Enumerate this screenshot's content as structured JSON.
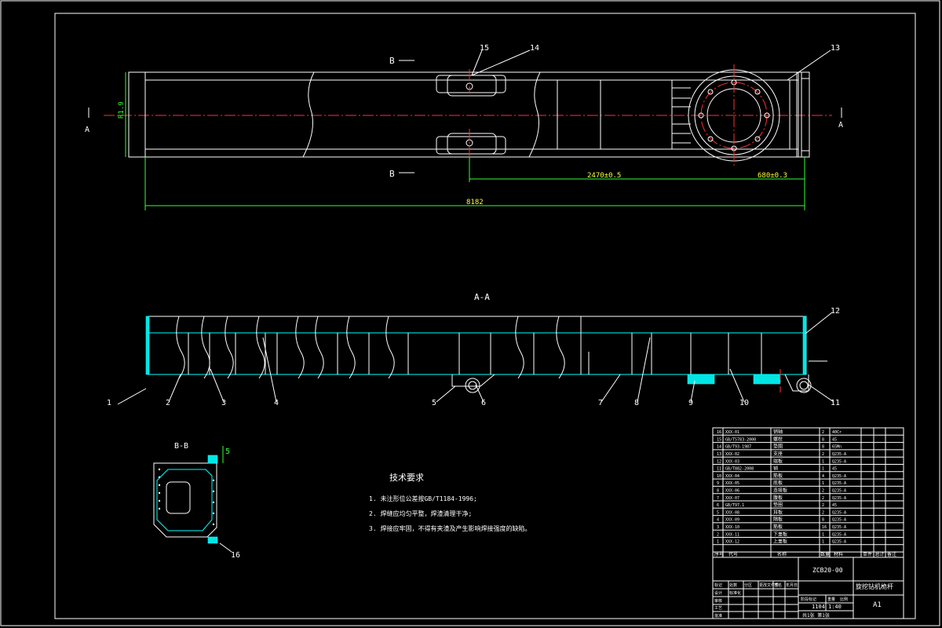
{
  "drawing": {
    "top_view": {
      "section_mark_left": "A",
      "section_mark_right": "A",
      "section_mark_b_top": "B",
      "section_mark_b_bottom": "B",
      "dim_height": "R1.9",
      "dim_overall": "8182",
      "dim_mid": "2470±0.5",
      "dim_right": "680±0.3",
      "balloons": [
        "15",
        "14",
        "13"
      ]
    },
    "section_view": {
      "title": "A-A",
      "balloons": [
        "1",
        "2",
        "3",
        "4",
        "5",
        "6",
        "7",
        "8",
        "9",
        "10",
        "11",
        "12"
      ]
    },
    "bb_view": {
      "title": "B-B",
      "balloon_top": "5",
      "balloon_bottom": "16"
    },
    "tech_req": {
      "title": "技术要求",
      "lines": [
        "1. 未注形位公差按GB/T1184-1996;",
        "2. 焊缝应均匀平整，焊渣清理干净;",
        "3. 焊接应牢固，不得有夹渣及产生影响焊接强度的缺陷。"
      ]
    },
    "parts_list": {
      "rows": [
        {
          "no": "16",
          "code": "XXX-01",
          "name": "销轴",
          "qty": "2",
          "mat": "40Cr"
        },
        {
          "no": "15",
          "code": "GB/T5783-2000",
          "name": "螺栓",
          "qty": "8",
          "mat": "45"
        },
        {
          "no": "14",
          "code": "GB/T93-1987",
          "name": "垫圈",
          "qty": "8",
          "mat": "65Mn"
        },
        {
          "no": "13",
          "code": "XXX-02",
          "name": "支座",
          "qty": "2",
          "mat": "Q235-A"
        },
        {
          "no": "12",
          "code": "XXX-03",
          "name": "端板",
          "qty": "1",
          "mat": "Q235-A"
        },
        {
          "no": "11",
          "code": "GB/T882-2008",
          "name": "销",
          "qty": "1",
          "mat": "45"
        },
        {
          "no": "10",
          "code": "XXX-04",
          "name": "筋板",
          "qty": "4",
          "mat": "Q235-A"
        },
        {
          "no": "9",
          "code": "XXX-05",
          "name": "底板",
          "qty": "1",
          "mat": "Q235-A"
        },
        {
          "no": "8",
          "code": "XXX-06",
          "name": "连接板",
          "qty": "2",
          "mat": "Q235-A"
        },
        {
          "no": "7",
          "code": "XXX-07",
          "name": "腹板",
          "qty": "2",
          "mat": "Q235-A"
        },
        {
          "no": "6",
          "code": "GB/T97.1",
          "name": "垫圈",
          "qty": "2",
          "mat": "45"
        },
        {
          "no": "5",
          "code": "XXX-08",
          "name": "耳板",
          "qty": "2",
          "mat": "Q235-A"
        },
        {
          "no": "4",
          "code": "XXX-09",
          "name": "隔板",
          "qty": "8",
          "mat": "Q235-A"
        },
        {
          "no": "3",
          "code": "XXX-10",
          "name": "筋板",
          "qty": "16",
          "mat": "Q235-A"
        },
        {
          "no": "2",
          "code": "XXX-11",
          "name": "下盖板",
          "qty": "1",
          "mat": "Q235-A"
        },
        {
          "no": "1",
          "code": "XXX-12",
          "name": "上盖板",
          "qty": "1",
          "mat": "Q235-A"
        }
      ],
      "header": {
        "no": "序号",
        "code": "代号",
        "name": "名称",
        "qty": "数量",
        "mat": "材料",
        "weight": "单件 总计",
        "note": "备注"
      }
    },
    "title_block": {
      "drawing_no": "ZCB20-00",
      "title": "旋挖钻机桅杆",
      "scale": "1:40",
      "sheet_size": "A1",
      "weight": "1104",
      "sheet": "共1张 第1张",
      "labels": [
        "标记",
        "处数",
        "分区",
        "更改文件号",
        "签名",
        "年月日",
        "设计",
        "标准化",
        "审核",
        "工艺",
        "批准",
        "阶段标记",
        "重量",
        "比例"
      ]
    }
  }
}
